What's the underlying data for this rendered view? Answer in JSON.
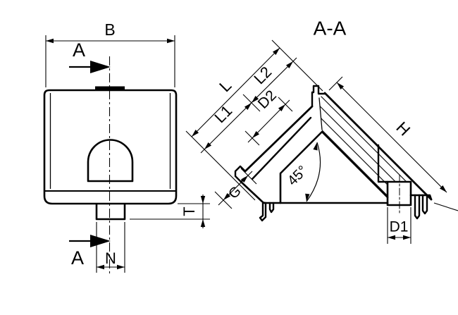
{
  "drawing": {
    "type": "technical-drawing",
    "background": "#ffffff",
    "line_color": "#000000",
    "front_view": {
      "width_dim_label": "B",
      "section_arrow_top_label": "A",
      "section_arrow_bottom_label": "A",
      "base_thickness_dim_label": "T",
      "tab_width_dim_label": "N"
    },
    "section_view": {
      "title": "A-A",
      "total_length_dim_label": "L",
      "length1_dim_label": "L1",
      "length2_dim_label": "L2",
      "bore2_dim_label": "D2",
      "height_dim_label": "H",
      "groove_dim_label": "G",
      "angle_dim_label": "45°",
      "bore1_dim_label": "D1"
    }
  }
}
